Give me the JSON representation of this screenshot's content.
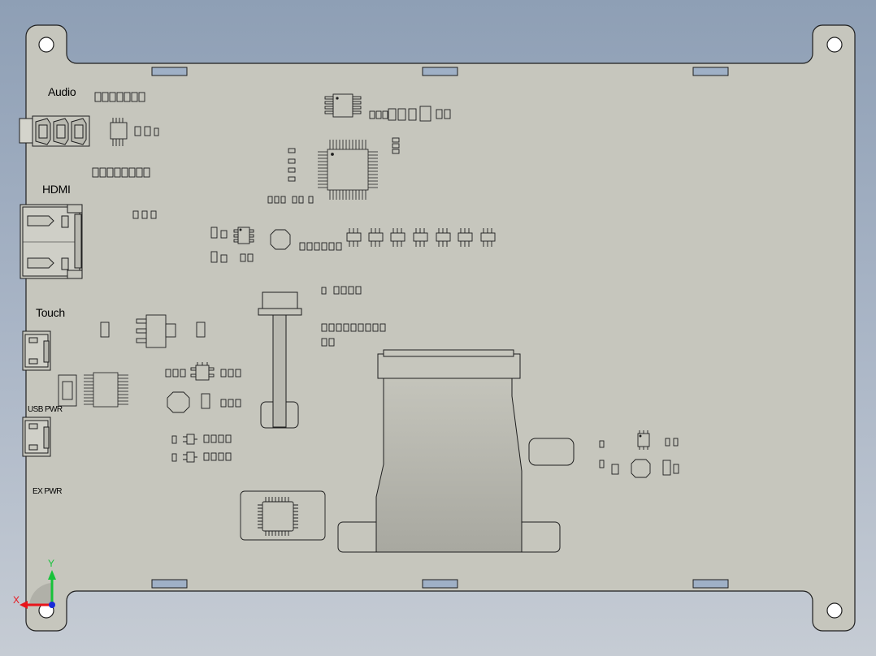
{
  "labels": {
    "audio": "Audio",
    "hdmi": "HDMI",
    "touch": "Touch",
    "usb_pwr": "USB PWR",
    "ex_pwr": "EX PWR"
  },
  "axes": {
    "x": "X",
    "y": "Y"
  },
  "colors": {
    "board": "#c6c6bd",
    "outline": "#1e1e1e",
    "ribbon": "#b3b3aa",
    "axis_x": "#e8141b",
    "axis_y": "#17c23a",
    "axis_z": "#1a2bd8"
  }
}
